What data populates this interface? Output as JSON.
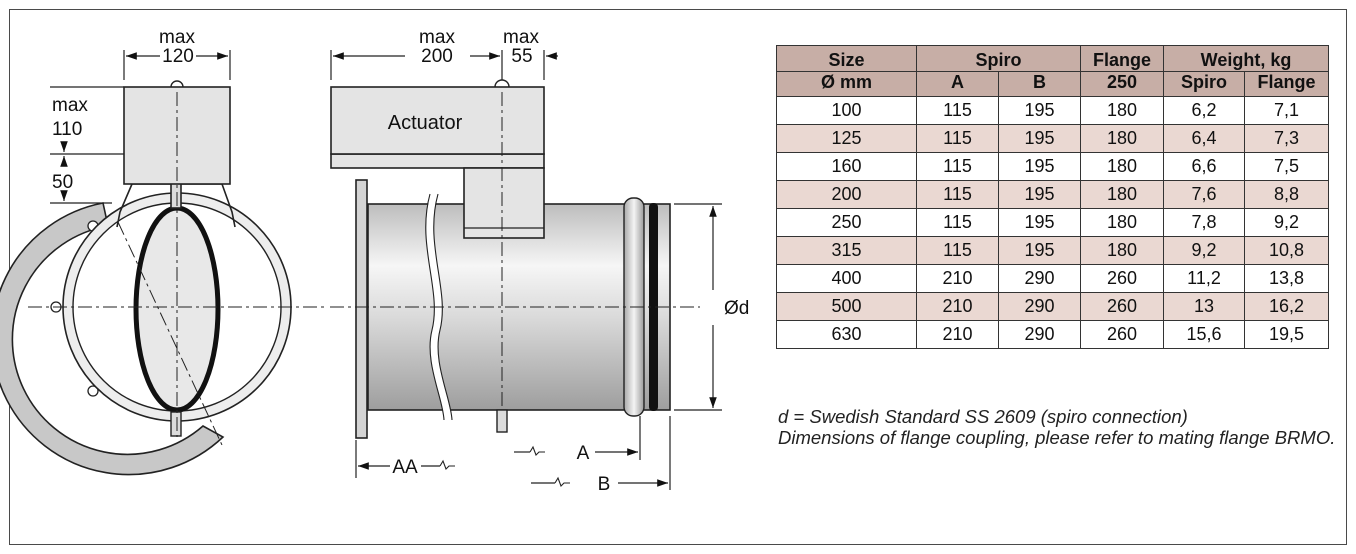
{
  "drawing": {
    "front_view": {
      "width_label": "max",
      "width_value": "120",
      "height_label": "max",
      "height_value": "110",
      "stem_value": "50"
    },
    "side_view": {
      "length_label": "max",
      "length_value": "200",
      "overhang_label": "max",
      "overhang_value": "55",
      "actuator_label": "Actuator",
      "diameter_label": "Ød",
      "dim_aa": "AA",
      "dim_a": "A",
      "dim_b": "B"
    }
  },
  "table": {
    "header_top": [
      "Size",
      "Spiro",
      "Flange",
      "Weight, kg"
    ],
    "header_bottom": [
      "Ø mm",
      "A",
      "B",
      "250",
      "Spiro",
      "Flange"
    ],
    "rows": [
      [
        "100",
        "115",
        "195",
        "180",
        "6,2",
        "7,1"
      ],
      [
        "125",
        "115",
        "195",
        "180",
        "6,4",
        "7,3"
      ],
      [
        "160",
        "115",
        "195",
        "180",
        "6,6",
        "7,5"
      ],
      [
        "200",
        "115",
        "195",
        "180",
        "7,6",
        "8,8"
      ],
      [
        "250",
        "115",
        "195",
        "180",
        "7,8",
        "9,2"
      ],
      [
        "315",
        "115",
        "195",
        "180",
        "9,2",
        "10,8"
      ],
      [
        "400",
        "210",
        "290",
        "260",
        "11,2",
        "13,8"
      ],
      [
        "500",
        "210",
        "290",
        "260",
        "13",
        "16,2"
      ],
      [
        "630",
        "210",
        "290",
        "260",
        "15,6",
        "19,5"
      ]
    ]
  },
  "notes": {
    "line1": "d = Swedish Standard SS 2609 (spiro connection)",
    "line2": "Dimensions of flange coupling, please refer to mating flange BRMO."
  },
  "colors": {
    "border": "#4a4a4a",
    "header_fill": "#c7aea6",
    "alt_row_fill": "#ead8d2",
    "flange_ring_fill": "#c8c8c8",
    "actuator_fill": "#e4e4e4"
  }
}
